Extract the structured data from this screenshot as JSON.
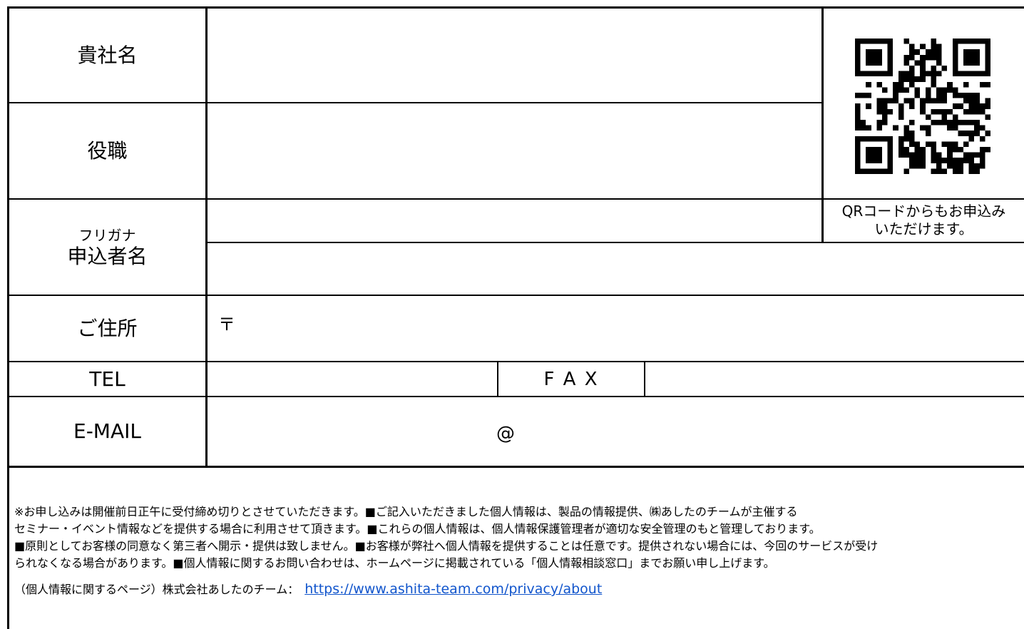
{
  "form": {
    "company_label": "貴社名",
    "position_label": "役職",
    "furigana_label": "フリガナ",
    "applicant_label": "申込者名",
    "address_label": "ご住所",
    "postal_mark": "〒",
    "tel_label": "TEL",
    "fax_label": "F A X",
    "email_label": "E-MAIL",
    "email_at": "@",
    "qr_caption_line1": "QRコードからもお申込み",
    "qr_caption_line2": "いただけます。"
  },
  "notes": {
    "line1": "※お申し込みは開催前日正午に受付締め切りとさせていただきます。■ご記入いただきました個人情報は、製品の情報提供、㈱あしたのチームが主催する",
    "line2": "セミナー・イベント情報などを提供する場合に利用させて頂きます。■これらの個人情報は、個人情報保護管理者が適切な安全管理のもと管理しております。",
    "line3": "■原則としてお客様の同意なく第三者へ開示・提供は致しません。■お客様が弊社へ個人情報を提供することは任意です。提供されない場合には、今回のサービスが受け",
    "line4": "られなくなる場合があります。■個人情報に関するお問い合わせは、ホームページに掲載されている「個人情報相談窓口」までお願い申し上げます。",
    "privacy_prefix": "（個人情報に関するページ）株式会社あしたのチーム：",
    "privacy_url": "https://www.ashita-team.com/privacy/about"
  }
}
